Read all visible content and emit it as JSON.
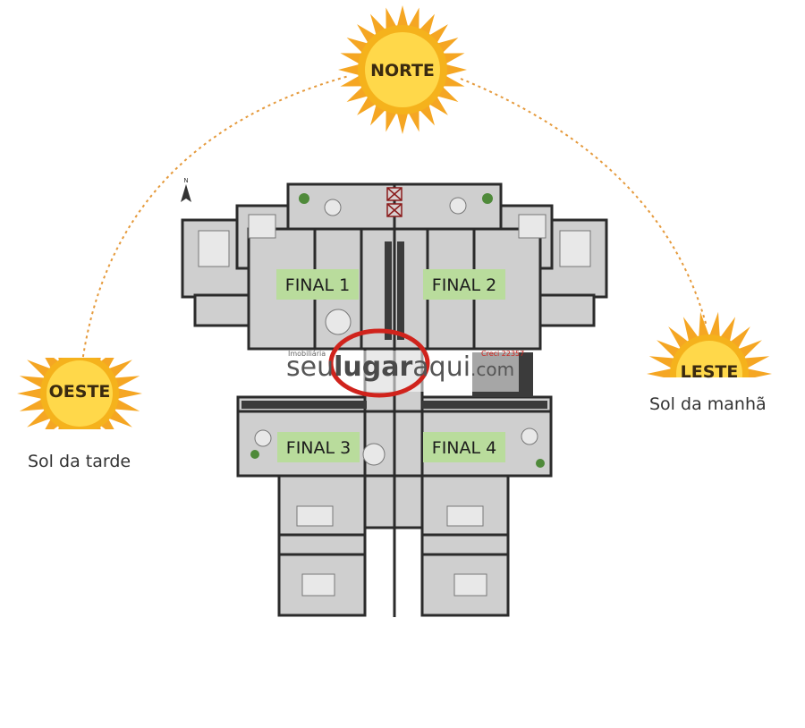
{
  "colors": {
    "sun_outer": "#f5a623",
    "sun_inner": "#ffd34d",
    "arc": "#e59a3c",
    "plan_floor": "#c9c9c9",
    "plan_wall": "#2b2b2b",
    "final_tag": "#b9dc9c",
    "watermark_red": "#d0231c"
  },
  "suns": {
    "north": {
      "label": "NORTE"
    },
    "west": {
      "label": "OESTE",
      "caption": "Sol da tarde"
    },
    "east": {
      "label": "LESTE",
      "caption": "Sol da manhã"
    }
  },
  "compass": {
    "label": "N"
  },
  "units": [
    {
      "label": "FINAL 1"
    },
    {
      "label": "FINAL 2"
    },
    {
      "label": "FINAL 3"
    },
    {
      "label": "FINAL 4"
    }
  ],
  "watermark": {
    "prefix": "seu",
    "highlight": "lugar",
    "suffix": "aqui",
    "domain": ".com",
    "small_left": "Imobiliária",
    "small_right": "Creci 22357"
  },
  "icons": [
    "sun-icon",
    "compass-north-icon",
    "floor-plan"
  ]
}
